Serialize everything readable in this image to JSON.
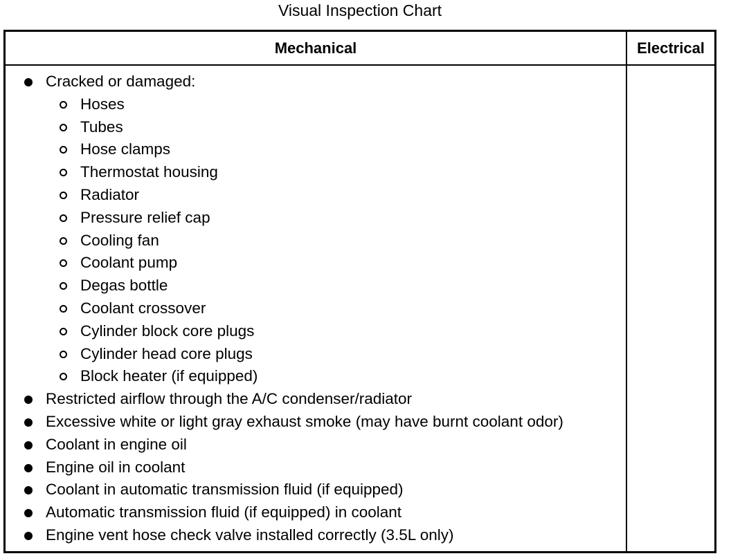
{
  "title": "Visual Inspection Chart",
  "headers": {
    "mechanical": "Mechanical",
    "electrical": "Electrical"
  },
  "items": [
    {
      "type": "bullet",
      "text": "Cracked or damaged:"
    },
    {
      "type": "sub",
      "text": "Hoses"
    },
    {
      "type": "sub",
      "text": "Tubes"
    },
    {
      "type": "sub",
      "text": "Hose clamps"
    },
    {
      "type": "sub",
      "text": "Thermostat housing"
    },
    {
      "type": "sub",
      "text": "Radiator"
    },
    {
      "type": "sub",
      "text": "Pressure relief cap"
    },
    {
      "type": "sub",
      "text": "Cooling fan"
    },
    {
      "type": "sub",
      "text": "Coolant pump"
    },
    {
      "type": "sub",
      "text": "Degas bottle"
    },
    {
      "type": "sub",
      "text": "Coolant crossover"
    },
    {
      "type": "sub",
      "text": "Cylinder block core plugs"
    },
    {
      "type": "sub",
      "text": "Cylinder head core plugs"
    },
    {
      "type": "sub",
      "text": "Block heater (if equipped)"
    },
    {
      "type": "bullet",
      "text": "Restricted airflow through the A/C condenser/radiator"
    },
    {
      "type": "bullet",
      "text": "Excessive white or light gray exhaust smoke (may have burnt coolant odor)"
    },
    {
      "type": "bullet",
      "text": "Coolant in engine oil"
    },
    {
      "type": "bullet",
      "text": "Engine oil in coolant"
    },
    {
      "type": "bullet",
      "text": "Coolant in automatic transmission fluid (if equipped)"
    },
    {
      "type": "bullet",
      "text": "Automatic transmission fluid (if equipped) in coolant"
    },
    {
      "type": "bullet",
      "text": "Engine vent hose check valve installed correctly (3.5L only)"
    }
  ]
}
